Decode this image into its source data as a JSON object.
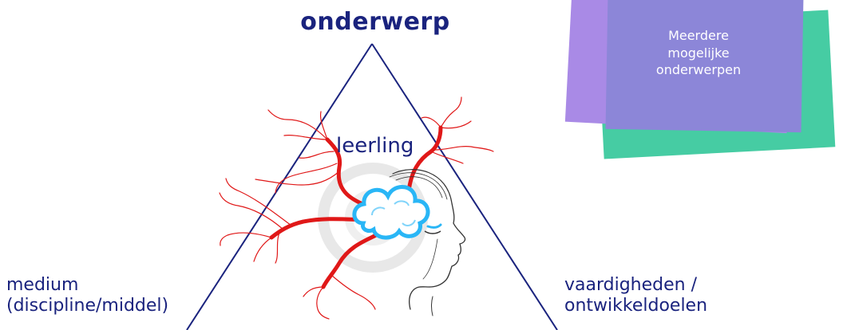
{
  "diagram": {
    "top": "onderwerp",
    "center": "leerling",
    "left": "medium\n(discipline/middel)",
    "right": "vaardigheden /\nontwikkeldoelen",
    "card_text": "Meerdere\nmogelijke\nonderwerpen"
  },
  "colors": {
    "text": "#1a237e",
    "triangle": "#1a237e",
    "nerves": "#e01818",
    "cloud": "#29b6f6",
    "card_green": "#46cca3",
    "card_purple": "#a98ae6",
    "card_overlap": "#8c86d8"
  },
  "icons": [
    "head-silhouette-icon",
    "thought-cloud-icon",
    "nerve-branches-icon"
  ]
}
